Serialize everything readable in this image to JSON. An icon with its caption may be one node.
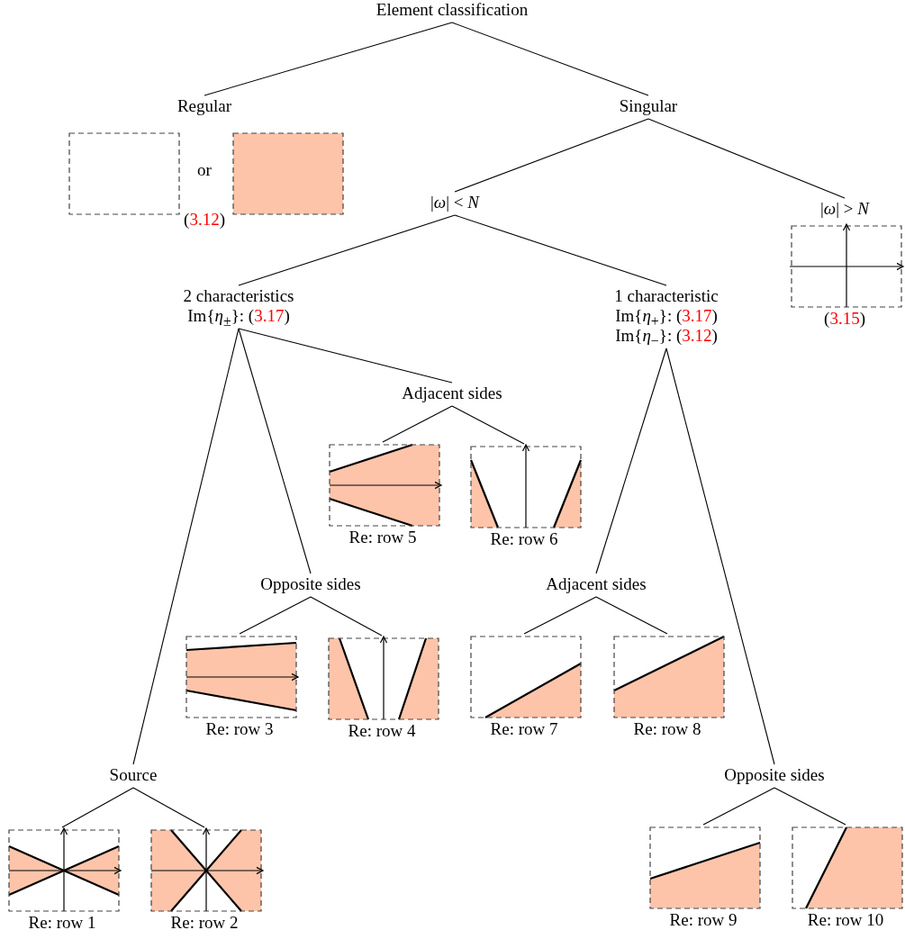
{
  "diagram": {
    "nodes": [
      {
        "text": [
          "Element classification"
        ]
      },
      {
        "text": [
          "Regular"
        ]
      },
      {
        "text": [
          "Singular"
        ]
      },
      {
        "text": [],
        "shape": "box"
      },
      {
        "text": [],
        "shape": "box"
      },
      {
        "text": [
          "|*ω*| < *N*"
        ]
      },
      {
        "text": [
          "|*ω*| > *N*",
          "(3.15)"
        ]
      },
      {
        "text": [
          "2 characteristics",
          "Im{*η*$_{±}$}: (3.17)"
        ]
      },
      {
        "text": [
          "1 characteristic",
          "Im{*η*$_{+}$}: (3.17)",
          "Im{*η*$_{−}$}: (3.12)"
        ]
      },
      {
        "text": [
          "Adjacent sides"
        ]
      },
      {
        "text": [
          "Re: row 5"
        ]
      },
      {
        "text": [
          "Re: row 6"
        ]
      },
      {
        "text": [
          "Opposite sides"
        ]
      },
      {
        "text": [
          "Re: row 3"
        ]
      },
      {
        "text": [
          "Re: row 4"
        ]
      },
      {
        "text": [
          "Adjacent sides"
        ]
      },
      {
        "text": [
          "Re: row 7"
        ]
      },
      {
        "text": [
          "Re: row 8"
        ]
      },
      {
        "text": [
          "Source"
        ]
      },
      {
        "text": [
          "Re: row 1"
        ]
      },
      {
        "text": [
          "Re: row 2"
        ]
      },
      {
        "text": [
          "Opposite sides"
        ]
      },
      {
        "text": [
          "Re: row 9"
        ]
      },
      {
        "text": [
          "Re: row 10"
        ]
      }
    ],
    "edges": [
      {
        "from": 0,
        "to": 1,
        "arrow": "none"
      },
      {
        "from": 0,
        "to": 2,
        "arrow": "none"
      },
      {
        "from": 2,
        "to": 5,
        "arrow": "none"
      },
      {
        "from": 2,
        "to": 6,
        "arrow": "none"
      },
      {
        "from": 5,
        "to": 7,
        "arrow": "none"
      },
      {
        "from": 5,
        "to": 8,
        "arrow": "none"
      },
      {
        "from": 7,
        "to": 9,
        "arrow": "none"
      },
      {
        "from": 7,
        "to": 12,
        "arrow": "none"
      },
      {
        "from": 7,
        "to": 18,
        "arrow": "none"
      },
      {
        "from": 8,
        "to": 15,
        "arrow": "none"
      },
      {
        "from": 8,
        "to": 21,
        "arrow": "none"
      },
      {
        "from": 9,
        "to": 10,
        "arrow": "none"
      },
      {
        "from": 9,
        "to": 11,
        "arrow": "none"
      },
      {
        "from": 12,
        "to": 13,
        "arrow": "none"
      },
      {
        "from": 12,
        "to": 14,
        "arrow": "none"
      },
      {
        "from": 15,
        "to": 16,
        "arrow": "none"
      },
      {
        "from": 15,
        "to": 17,
        "arrow": "none"
      },
      {
        "from": 18,
        "to": 19,
        "arrow": "none"
      },
      {
        "from": 18,
        "to": 20,
        "arrow": "none"
      },
      {
        "from": 21,
        "to": 22,
        "arrow": "none"
      },
      {
        "from": 21,
        "to": 23,
        "arrow": "none"
      }
    ],
    "labels": [
      "or",
      "(3.12)"
    ]
  }
}
